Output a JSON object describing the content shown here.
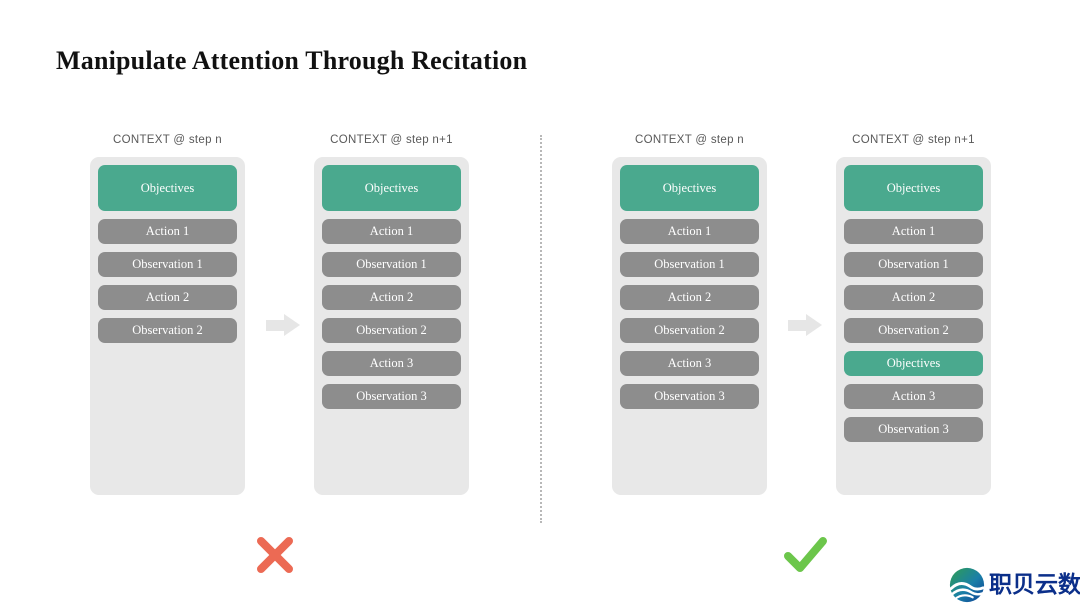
{
  "slide": {
    "title": "Manipulate Attention Through Recitation",
    "background_color": "#ffffff"
  },
  "colors": {
    "objective": "#4aa98e",
    "step": "#8d8d8d",
    "panel": "#e8e8e8",
    "arrow": "#e6e6e6",
    "cross": "#ec6a54",
    "check": "#6cc64b",
    "header_text": "#595959",
    "title_text": "#111111",
    "logo_text": "#0b2f8a"
  },
  "groups": [
    {
      "id": "without-recitation",
      "verdict": "cross",
      "verdict_icon": "cross-icon",
      "arrow_icon": "arrow-right-icon",
      "columns": [
        {
          "id": "left-step-n",
          "header": "CONTEXT @ step n",
          "blocks": [
            {
              "label": "Objectives",
              "kind": "objective-main"
            },
            {
              "label": "Action 1",
              "kind": "step"
            },
            {
              "label": "Observation 1",
              "kind": "step"
            },
            {
              "label": "Action 2",
              "kind": "step"
            },
            {
              "label": "Observation 2",
              "kind": "step"
            }
          ]
        },
        {
          "id": "left-step-n1",
          "header": "CONTEXT @ step n+1",
          "blocks": [
            {
              "label": "Objectives",
              "kind": "objective-main"
            },
            {
              "label": "Action 1",
              "kind": "step"
            },
            {
              "label": "Observation 1",
              "kind": "step"
            },
            {
              "label": "Action 2",
              "kind": "step"
            },
            {
              "label": "Observation 2",
              "kind": "step"
            },
            {
              "label": "Action 3",
              "kind": "step"
            },
            {
              "label": "Observation 3",
              "kind": "step"
            }
          ]
        }
      ]
    },
    {
      "id": "with-recitation",
      "verdict": "check",
      "verdict_icon": "check-icon",
      "arrow_icon": "arrow-right-icon",
      "columns": [
        {
          "id": "right-step-n",
          "header": "CONTEXT @ step n",
          "blocks": [
            {
              "label": "Objectives",
              "kind": "objective-main"
            },
            {
              "label": "Action 1",
              "kind": "step"
            },
            {
              "label": "Observation 1",
              "kind": "step"
            },
            {
              "label": "Action 2",
              "kind": "step"
            },
            {
              "label": "Observation 2",
              "kind": "step"
            },
            {
              "label": "Action 3",
              "kind": "step"
            },
            {
              "label": "Observation 3",
              "kind": "step"
            }
          ]
        },
        {
          "id": "right-step-n1",
          "header": "CONTEXT @ step n+1",
          "blocks": [
            {
              "label": "Objectives",
              "kind": "objective-main"
            },
            {
              "label": "Action 1",
              "kind": "step"
            },
            {
              "label": "Observation 1",
              "kind": "step"
            },
            {
              "label": "Action 2",
              "kind": "step"
            },
            {
              "label": "Observation 2",
              "kind": "step"
            },
            {
              "label": "Objectives",
              "kind": "objective"
            },
            {
              "label": "Action 3",
              "kind": "step"
            },
            {
              "label": "Observation 3",
              "kind": "step"
            }
          ]
        }
      ]
    }
  ],
  "logo": {
    "text": "职贝云数",
    "icon": "wave-circle-logo-icon"
  }
}
